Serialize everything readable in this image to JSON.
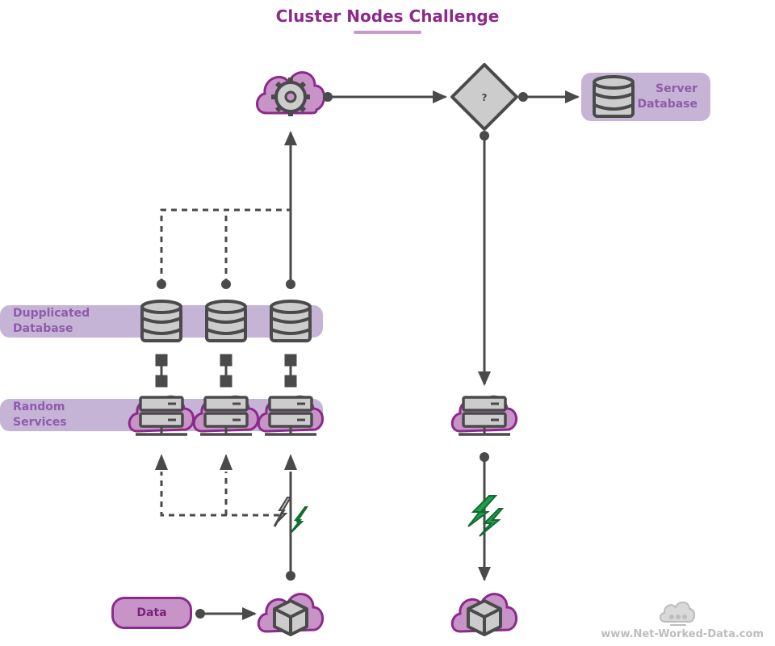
{
  "title": "Cluster Nodes Challenge",
  "labels": {
    "server_database": [
      "Server",
      "Database"
    ],
    "duplicated_database": [
      "Dupplicated",
      "Database"
    ],
    "random_services": [
      "Random",
      "Services"
    ],
    "data": "Data",
    "decision": "?"
  },
  "footer": "www.Net-Worked-Data.com",
  "colors": {
    "accent": "#8b2a8b",
    "band": "#c5b4d6",
    "line": "#4a4a4a",
    "icon_fill": "#cccccc",
    "link_green": "#1e9e4a"
  }
}
